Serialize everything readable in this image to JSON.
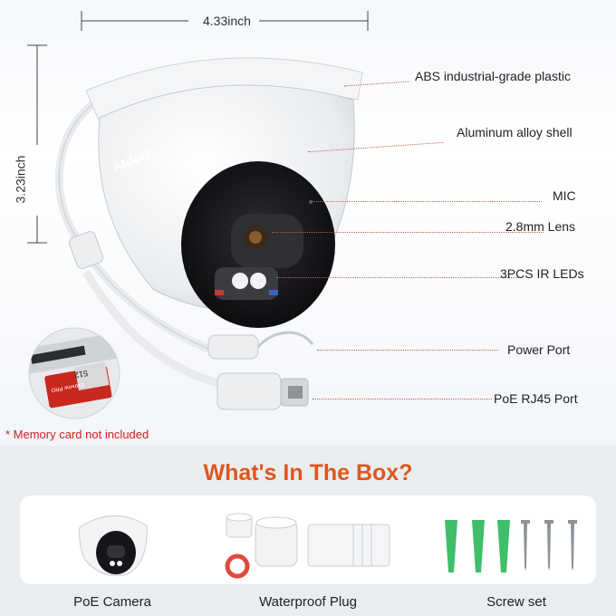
{
  "dimensions": {
    "width": "4.33inch",
    "height": "3.23inch"
  },
  "brand_text": "ANNKE",
  "labels": [
    "ABS industrial-grade plastic",
    "Aluminum alloy shell",
    "MIC",
    "2.8mm Lens",
    "3PCS IR LEDs",
    "Power Port",
    "PoE RJ45 Port"
  ],
  "note": "* Memory card not included",
  "box": {
    "title": "What's In The Box?",
    "items": [
      "PoE Camera",
      "Waterproof Plug",
      "Screw set"
    ]
  },
  "sd_card": {
    "capacity": "512",
    "brand": "Extreme PRO"
  },
  "colors": {
    "accent": "#e0561c",
    "note": "#d02020",
    "leader": "#c0634a",
    "anchor_green": "#3fbf6a"
  }
}
